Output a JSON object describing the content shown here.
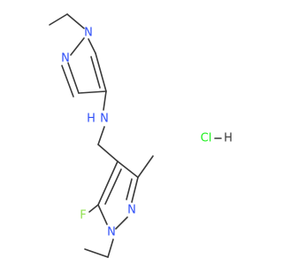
{
  "molecule": {
    "atoms": {
      "n_top_1": "N",
      "n_top_2": "N",
      "n_amine": "N",
      "h_amine": "H",
      "n_bottom_1": "N",
      "n_bottom_2": "N",
      "fluorine": "F",
      "hcl_cl": "Cl",
      "hcl_h": "H"
    },
    "colors": {
      "bond": "#3a3a3a",
      "nitrogen": "#3050f8",
      "fluorine": "#90e050",
      "chlorine": "#1ff01f",
      "hydrogen_on_n": "#3050f8",
      "hydrogen_hcl": "#3a3a3a"
    }
  }
}
